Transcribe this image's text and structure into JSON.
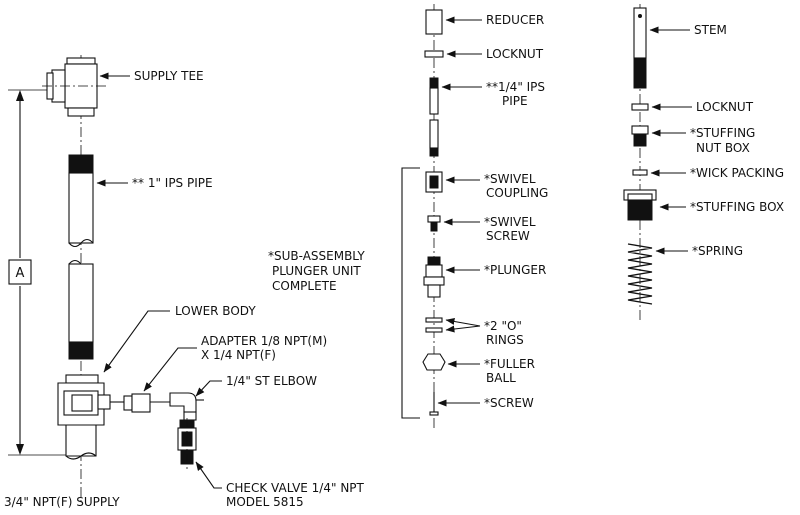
{
  "left_assembly": {
    "supply_tee": "SUPPLY TEE",
    "ips_pipe_1in": "** 1\" IPS PIPE",
    "lower_body": "LOWER BODY",
    "adapter_line1": "ADAPTER 1/8 NPT(M)",
    "adapter_line2": "X 1/4 NPT(F)",
    "st_elbow": "1/4\" ST ELBOW",
    "check_valve_line1": "CHECK VALVE 1/4\" NPT",
    "check_valve_line2": "MODEL 5815",
    "supply": "3/4\" NPT(F) SUPPLY",
    "dimension_label": "A"
  },
  "middle_assembly": {
    "reducer": "REDUCER",
    "locknut": "LOCKNUT",
    "pipe_line1": "**1/4\" IPS",
    "pipe_line2": "PIPE",
    "swivel_coupling_line1": "*SWIVEL",
    "swivel_coupling_line2": "COUPLING",
    "swivel_screw_line1": "*SWIVEL",
    "swivel_screw_line2": "SCREW",
    "plunger": "*PLUNGER",
    "o_rings_line1": "*2 \"O\"",
    "o_rings_line2": "RINGS",
    "fuller_ball_line1": "*FULLER",
    "fuller_ball_line2": "BALL",
    "screw": "*SCREW",
    "sub_assembly_line1": "*SUB-ASSEMBLY",
    "sub_assembly_line2": "PLUNGER UNIT",
    "sub_assembly_line3": "COMPLETE"
  },
  "right_assembly": {
    "stem": "STEM",
    "locknut": "LOCKNUT",
    "stuffing_nut_line1": "*STUFFING",
    "stuffing_nut_line2": "NUT BOX",
    "wick_packing": "*WICK PACKING",
    "stuffing_box": "*STUFFING BOX",
    "spring": "*SPRING"
  }
}
